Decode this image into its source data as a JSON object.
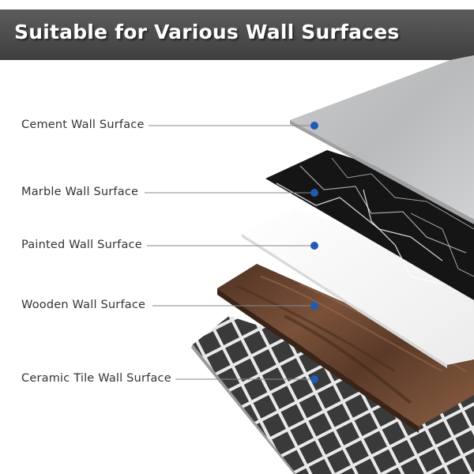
{
  "banner": {
    "title": "Suitable for Various Wall Surfaces"
  },
  "surfaces": [
    {
      "label": "Cement Wall Surface"
    },
    {
      "label": "Marble Wall Surface"
    },
    {
      "label": "Painted Wall Surface"
    },
    {
      "label": "Wooden Wall Surface"
    },
    {
      "label": "Ceramic Tile Wall Surface"
    }
  ],
  "colors": {
    "banner": "#4a4a4a",
    "marker": "#1f5bb5",
    "leader_line": "#8a8a8a",
    "cement": "#c4c6c7",
    "marble": "#141414",
    "paint": "#f6f6f6",
    "wood": "#6b4630",
    "tile": "#3a3a3a"
  }
}
